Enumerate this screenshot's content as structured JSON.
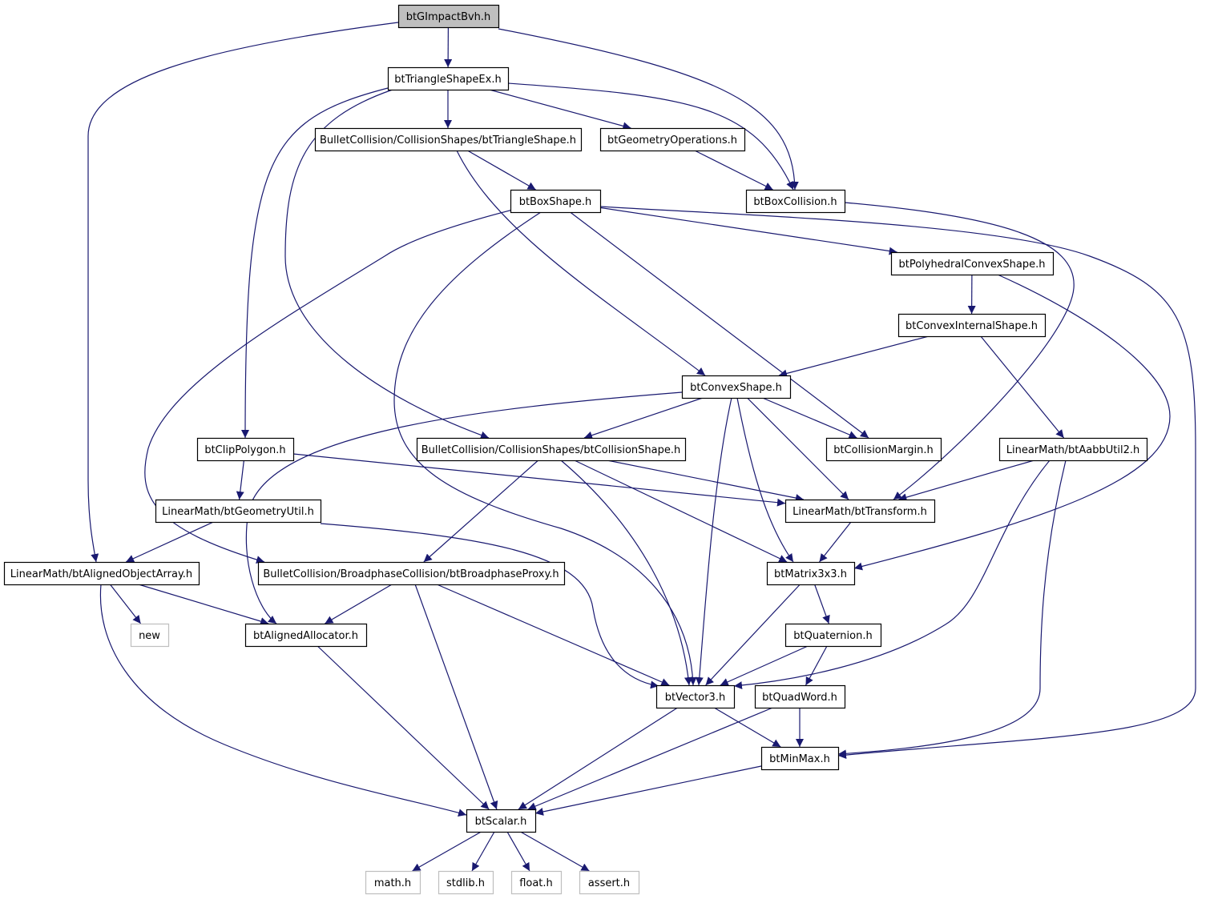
{
  "colors": {
    "edge": "#191970",
    "node_border": "#000000",
    "node_fill": "#ffffff",
    "root_fill": "#bfbfbf",
    "external_border": "#bfbfbf"
  },
  "nodes": {
    "n_gimpact": {
      "label": "btGImpactBvh.h",
      "kind": "root"
    },
    "n_triex": {
      "label": "btTriangleShapeEx.h",
      "kind": "file"
    },
    "n_trishape": {
      "label": "BulletCollision/CollisionShapes/btTriangleShape.h",
      "kind": "file"
    },
    "n_geomops": {
      "label": "btGeometryOperations.h",
      "kind": "file"
    },
    "n_boxshape": {
      "label": "btBoxShape.h",
      "kind": "file"
    },
    "n_boxcoll": {
      "label": "btBoxCollision.h",
      "kind": "file"
    },
    "n_polyconv": {
      "label": "btPolyhedralConvexShape.h",
      "kind": "file"
    },
    "n_convint": {
      "label": "btConvexInternalShape.h",
      "kind": "file"
    },
    "n_convshape": {
      "label": "btConvexShape.h",
      "kind": "file"
    },
    "n_clippoly": {
      "label": "btClipPolygon.h",
      "kind": "file"
    },
    "n_collshape": {
      "label": "BulletCollision/CollisionShapes/btCollisionShape.h",
      "kind": "file"
    },
    "n_collmargin": {
      "label": "btCollisionMargin.h",
      "kind": "file"
    },
    "n_aabb": {
      "label": "LinearMath/btAabbUtil2.h",
      "kind": "file"
    },
    "n_geomutil": {
      "label": "LinearMath/btGeometryUtil.h",
      "kind": "file"
    },
    "n_transform": {
      "label": "LinearMath/btTransform.h",
      "kind": "file"
    },
    "n_alignarr": {
      "label": "LinearMath/btAlignedObjectArray.h",
      "kind": "file"
    },
    "n_bproxy": {
      "label": "BulletCollision/BroadphaseCollision/btBroadphaseProxy.h",
      "kind": "file"
    },
    "n_matrix": {
      "label": "btMatrix3x3.h",
      "kind": "file"
    },
    "n_new": {
      "label": "new",
      "kind": "external"
    },
    "n_alloc": {
      "label": "btAlignedAllocator.h",
      "kind": "file"
    },
    "n_quat": {
      "label": "btQuaternion.h",
      "kind": "file"
    },
    "n_vector": {
      "label": "btVector3.h",
      "kind": "file"
    },
    "n_quadword": {
      "label": "btQuadWord.h",
      "kind": "file"
    },
    "n_minmax": {
      "label": "btMinMax.h",
      "kind": "file"
    },
    "n_scalar": {
      "label": "btScalar.h",
      "kind": "file"
    },
    "n_math": {
      "label": "math.h",
      "kind": "external"
    },
    "n_stdlib": {
      "label": "stdlib.h",
      "kind": "external"
    },
    "n_float": {
      "label": "float.h",
      "kind": "external"
    },
    "n_assert": {
      "label": "assert.h",
      "kind": "external"
    }
  },
  "edges": [
    [
      "n_gimpact",
      "n_triex"
    ],
    [
      "n_gimpact",
      "n_boxcoll"
    ],
    [
      "n_gimpact",
      "n_alignarr"
    ],
    [
      "n_triex",
      "n_trishape"
    ],
    [
      "n_triex",
      "n_geomops"
    ],
    [
      "n_triex",
      "n_boxcoll"
    ],
    [
      "n_triex",
      "n_clippoly"
    ],
    [
      "n_triex",
      "n_collshape"
    ],
    [
      "n_trishape",
      "n_boxshape"
    ],
    [
      "n_trishape",
      "n_convshape"
    ],
    [
      "n_geomops",
      "n_boxcoll"
    ],
    [
      "n_boxcoll",
      "n_transform"
    ],
    [
      "n_boxshape",
      "n_polyconv"
    ],
    [
      "n_boxshape",
      "n_minmax"
    ],
    [
      "n_boxshape",
      "n_collmargin"
    ],
    [
      "n_boxshape",
      "n_vector"
    ],
    [
      "n_boxshape",
      "n_bproxy"
    ],
    [
      "n_polyconv",
      "n_convint"
    ],
    [
      "n_polyconv",
      "n_matrix"
    ],
    [
      "n_convint",
      "n_convshape"
    ],
    [
      "n_convint",
      "n_aabb"
    ],
    [
      "n_convshape",
      "n_collshape"
    ],
    [
      "n_convshape",
      "n_collmargin"
    ],
    [
      "n_convshape",
      "n_transform"
    ],
    [
      "n_convshape",
      "n_matrix"
    ],
    [
      "n_convshape",
      "n_vector"
    ],
    [
      "n_convshape",
      "n_alloc"
    ],
    [
      "n_clippoly",
      "n_geomutil"
    ],
    [
      "n_clippoly",
      "n_transform"
    ],
    [
      "n_collshape",
      "n_transform"
    ],
    [
      "n_collshape",
      "n_matrix"
    ],
    [
      "n_collshape",
      "n_vector"
    ],
    [
      "n_collshape",
      "n_bproxy"
    ],
    [
      "n_aabb",
      "n_transform"
    ],
    [
      "n_aabb",
      "n_vector"
    ],
    [
      "n_aabb",
      "n_minmax"
    ],
    [
      "n_geomutil",
      "n_alignarr"
    ],
    [
      "n_geomutil",
      "n_vector"
    ],
    [
      "n_transform",
      "n_matrix"
    ],
    [
      "n_alignarr",
      "n_new"
    ],
    [
      "n_alignarr",
      "n_alloc"
    ],
    [
      "n_alignarr",
      "n_scalar"
    ],
    [
      "n_bproxy",
      "n_alloc"
    ],
    [
      "n_bproxy",
      "n_vector"
    ],
    [
      "n_bproxy",
      "n_scalar"
    ],
    [
      "n_matrix",
      "n_quat"
    ],
    [
      "n_matrix",
      "n_vector"
    ],
    [
      "n_alloc",
      "n_scalar"
    ],
    [
      "n_quat",
      "n_vector"
    ],
    [
      "n_quat",
      "n_quadword"
    ],
    [
      "n_vector",
      "n_scalar"
    ],
    [
      "n_vector",
      "n_minmax"
    ],
    [
      "n_quadword",
      "n_minmax"
    ],
    [
      "n_quadword",
      "n_scalar"
    ],
    [
      "n_minmax",
      "n_scalar"
    ],
    [
      "n_scalar",
      "n_math"
    ],
    [
      "n_scalar",
      "n_stdlib"
    ],
    [
      "n_scalar",
      "n_float"
    ],
    [
      "n_scalar",
      "n_assert"
    ]
  ]
}
